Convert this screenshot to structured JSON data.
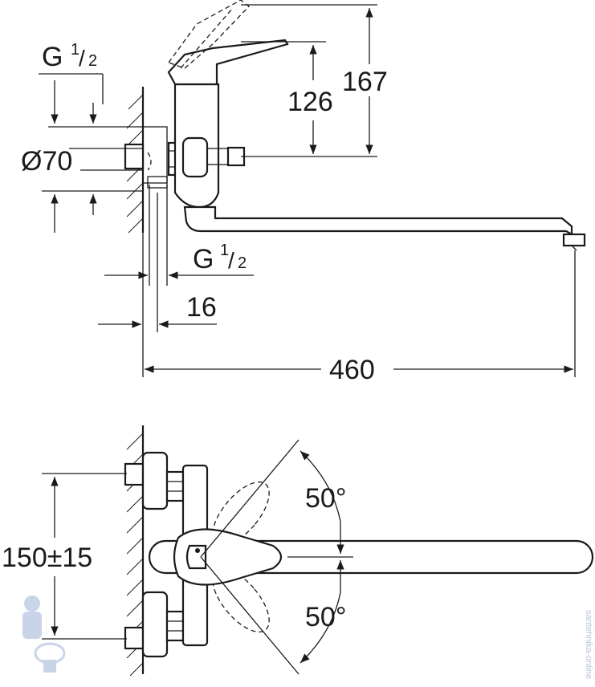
{
  "top_view": {
    "label_g_top": "G",
    "label_g_top_fraction_num": "1",
    "label_g_top_fraction_den": "2",
    "label_diameter": "Ø70",
    "label_g_bottom": "G",
    "label_g_bottom_fraction_num": "1",
    "label_g_bottom_fraction_den": "2",
    "dim_126": "126",
    "dim_167": "167",
    "dim_16": "16",
    "dim_460": "460"
  },
  "bottom_view": {
    "dim_150": "150±15",
    "angle_top": "50°",
    "angle_bottom": "50°"
  },
  "watermark": {
    "text": "santehnika-online"
  }
}
